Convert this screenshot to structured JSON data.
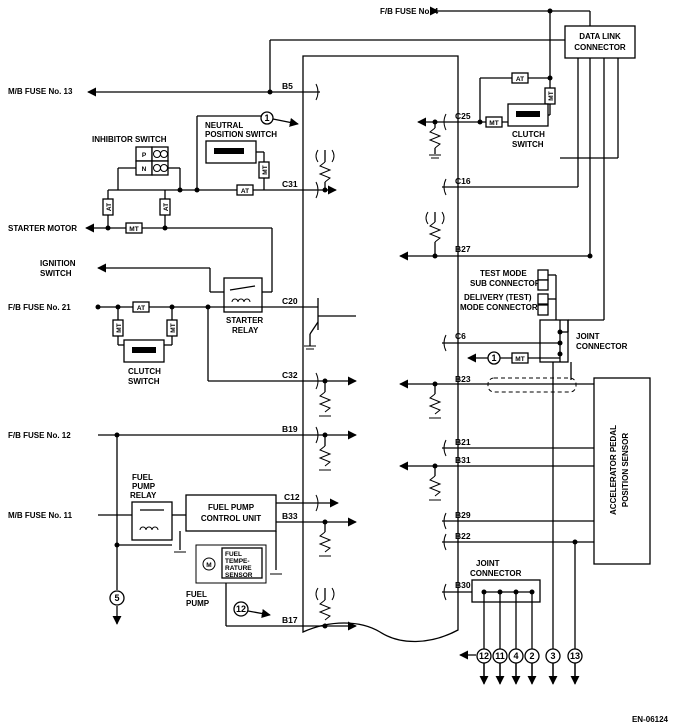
{
  "doc_code": "EN-06124",
  "sources": {
    "fb_fuse_4": "F/B FUSE No. 4",
    "mb_fuse_13": "M/B FUSE No. 13",
    "starter_motor": "STARTER MOTOR",
    "ignition_switch_l1": "IGNITION",
    "ignition_switch_l2": "SWITCH",
    "fb_fuse_21": "F/B FUSE No. 21",
    "fb_fuse_12": "F/B FUSE No. 12",
    "mb_fuse_11": "M/B FUSE No. 11"
  },
  "components": {
    "data_link_l1": "DATA LINK",
    "data_link_l2": "CONNECTOR",
    "inhibitor_switch": "INHIBITOR SWITCH",
    "inhibitor_p": "P",
    "inhibitor_n": "N",
    "neutral_l1": "NEUTRAL",
    "neutral_l2": "POSITION SWITCH",
    "clutch_switch_l1": "CLUTCH",
    "clutch_switch_l2": "SWITCH",
    "starter_relay_l1": "STARTER",
    "starter_relay_l2": "RELAY",
    "fuel_pump_relay_l1": "FUEL",
    "fuel_pump_relay_l2": "PUMP",
    "fuel_pump_relay_l3": "RELAY",
    "fpcu_l1": "FUEL PUMP",
    "fpcu_l2": "CONTROL UNIT",
    "fuel_pump_l1": "FUEL",
    "fuel_pump_l2": "PUMP",
    "fuel_temp_l1": "FUEL",
    "fuel_temp_l2": "TEMPE-",
    "fuel_temp_l3": "RATURE",
    "fuel_temp_l4": "SENSOR",
    "motor_symbol": "M",
    "test_mode_l1": "TEST MODE",
    "test_mode_l2": "SUB CONNECTOR",
    "delivery_l1": "DELIVERY (TEST)",
    "delivery_l2": "MODE CONNECTOR",
    "joint_l1": "JOINT",
    "joint_l2": "CONNECTOR",
    "joint2_l1": "JOINT",
    "joint2_l2": "CONNECTOR",
    "accel_l1": "ACCELERATOR PEDAL",
    "accel_l2": "POSITION SENSOR"
  },
  "tags": {
    "at": "AT",
    "mt": "MT"
  },
  "pins": {
    "b5": "B5",
    "c31": "C31",
    "c20": "C20",
    "c32": "C32",
    "b19": "B19",
    "c12": "C12",
    "b33": "B33",
    "b17": "B17",
    "c25": "C25",
    "c16": "C16",
    "b27": "B27",
    "c6": "C6",
    "b23": "B23",
    "b21": "B21",
    "b31": "B31",
    "b29": "B29",
    "b22": "B22",
    "b30": "B30"
  },
  "refs": {
    "one": "1",
    "five": "5",
    "twelve": "12",
    "b12": "12",
    "b11": "11",
    "b4": "4",
    "b2": "2",
    "b3": "3",
    "b13": "13"
  }
}
